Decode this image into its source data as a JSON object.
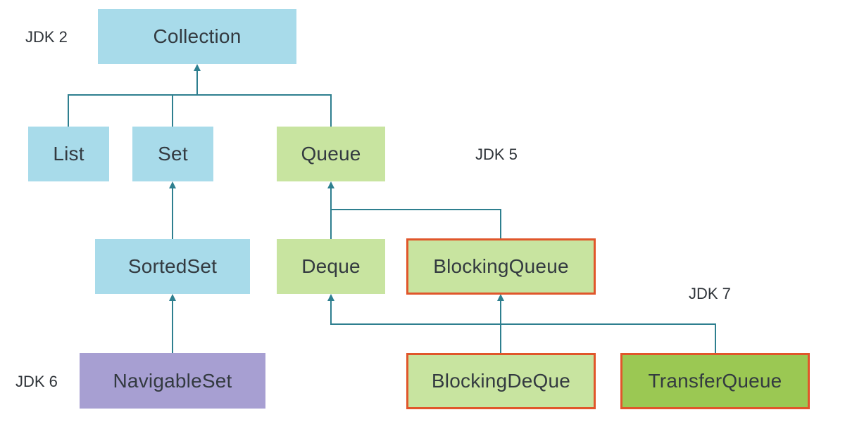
{
  "versions": {
    "jdk2": "JDK 2",
    "jdk5": "JDK 5",
    "jdk6": "JDK 6",
    "jdk7": "JDK 7"
  },
  "nodes": {
    "collection": "Collection",
    "list": "List",
    "set": "Set",
    "queue": "Queue",
    "sortedset": "SortedSet",
    "deque": "Deque",
    "blockingqueue": "BlockingQueue",
    "navigableset": "NavigableSet",
    "blockingdeque": "BlockingDeQue",
    "transferqueue": "TransferQueue"
  },
  "colors": {
    "jdk2_box": "#a8dbea",
    "jdk5_box": "#c8e4a0",
    "jdk6_box": "#a79fd2",
    "jdk7_box": "#9bc853",
    "highlight_border": "#e0562b",
    "connector": "#2e7f8f"
  }
}
